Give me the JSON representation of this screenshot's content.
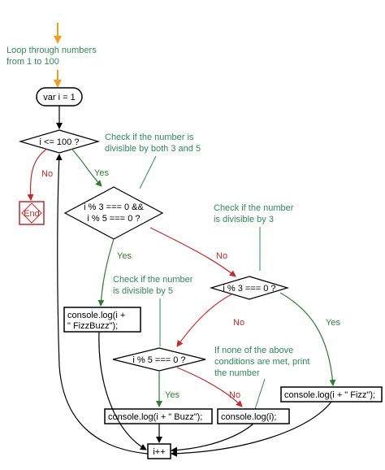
{
  "colors": {
    "start_arrow": "#f0a020",
    "yes": "#2e7d32",
    "no": "#c62828",
    "note": "#2e8b57",
    "box_border": "#000000",
    "end": "#c62828"
  },
  "labels": {
    "loop_note": [
      "Loop through numbers",
      "from 1 to 100"
    ],
    "init": "var i = 1",
    "cond_loop": "i <= 100 ?",
    "note_both": [
      "Check if the number is",
      "divisible by both 3 and 5"
    ],
    "cond_both": [
      "i % 3 === 0 &&",
      "i % 5 === 0 ?"
    ],
    "note_three": [
      "Check if the number",
      "is divisible by 3"
    ],
    "cond_three": "i % 3 === 0 ?",
    "note_five": [
      "Check if the number",
      "is divisible by 5"
    ],
    "cond_five": "i % 5 === 0 ?",
    "note_none": [
      "If none of the above",
      "conditions are met, print",
      "the number"
    ],
    "fizzbuzz": [
      "console.log(i +",
      "\" FizzBuzz\");"
    ],
    "fizz": "console.log(i + \" Fizz\");",
    "buzz": "console.log(i + \" Buzz\");",
    "print_num": "console.log(i);",
    "incr": "i++",
    "end": "End",
    "yes": "Yes",
    "no": "No"
  }
}
